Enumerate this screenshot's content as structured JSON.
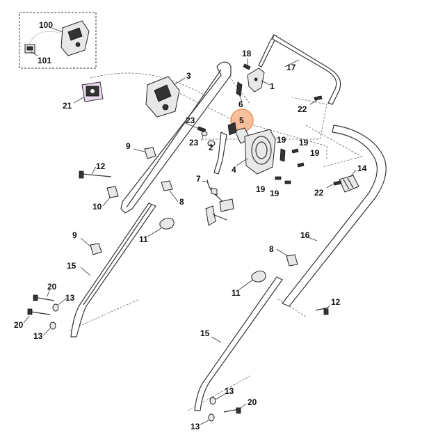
{
  "labels": {
    "p100": "100",
    "p101": "101",
    "p3": "3",
    "p21": "21",
    "p18": "18",
    "p17": "17",
    "p1": "1",
    "p6": "6",
    "p22a": "22",
    "p5": "5",
    "p23a": "23",
    "p23b": "23",
    "p2": "2",
    "p9a": "9",
    "p19a": "19",
    "p19b": "19",
    "p19c": "19",
    "p19d": "19",
    "p19e": "19",
    "p4": "4",
    "p12a": "12",
    "p14": "14",
    "p7": "7",
    "p8a": "8",
    "p10": "10",
    "p22b": "22",
    "p11a": "11",
    "p9b": "9",
    "p16": "16",
    "p8b": "8",
    "p15a": "15",
    "p20a": "20",
    "p13a": "13",
    "p11b": "11",
    "p20b": "20",
    "p13b": "13",
    "p12b": "12",
    "p15b": "15",
    "p13c": "13",
    "p20c": "20",
    "p13d": "13"
  },
  "highlight_color": "#f4a460",
  "highlight_part": "5"
}
